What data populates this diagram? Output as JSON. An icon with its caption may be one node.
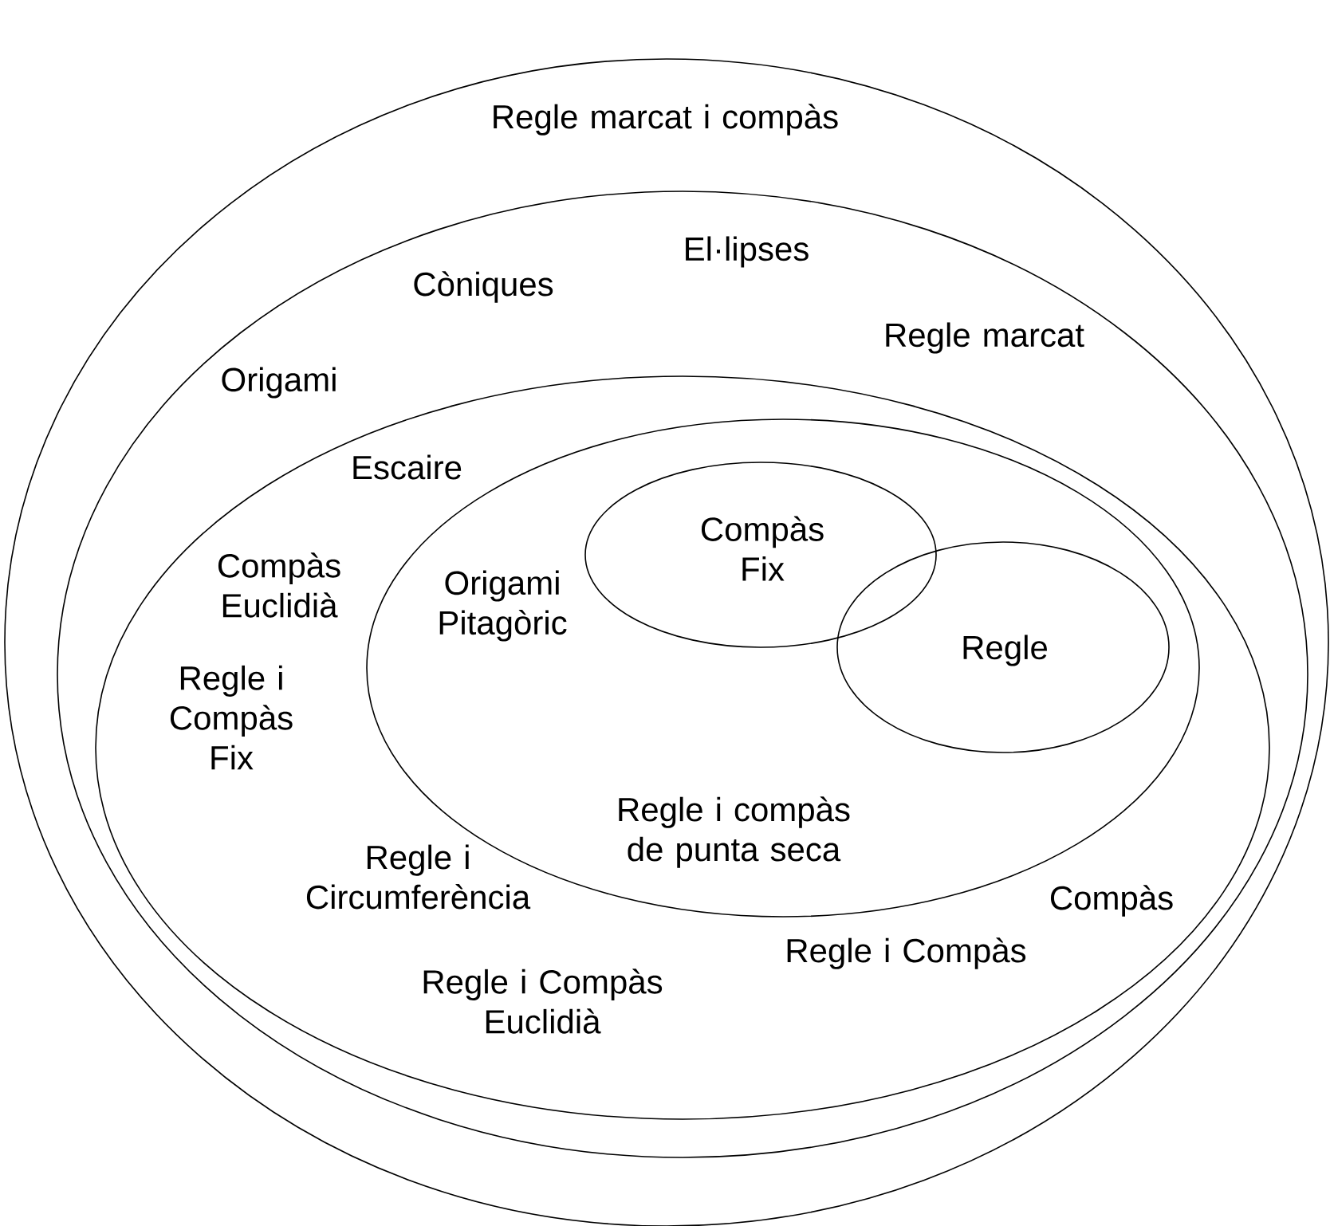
{
  "diagram": {
    "nodes": [
      {
        "text": [
          "Regle marcat i compàs"
        ]
      },
      {
        "text": [
          "Còniques",
          "El·lipses",
          "Regle marcat",
          "Origami"
        ],
        "in": 0
      },
      {
        "text": [
          "Escaire",
          "Compàs Euclidià",
          "Regle i Compàs Fix",
          "Regle i Circumferència",
          "Regle i Compàs Euclidià",
          "Regle i Compàs",
          "Compàs"
        ],
        "in": 1
      },
      {
        "text": [
          "Origami Pitagòric",
          "Regle i compàs de punta seca"
        ],
        "in": 2
      },
      {
        "text": [
          "Compàs Fix"
        ],
        "in": 3
      },
      {
        "text": [
          "Regle"
        ],
        "in": 3
      }
    ]
  }
}
